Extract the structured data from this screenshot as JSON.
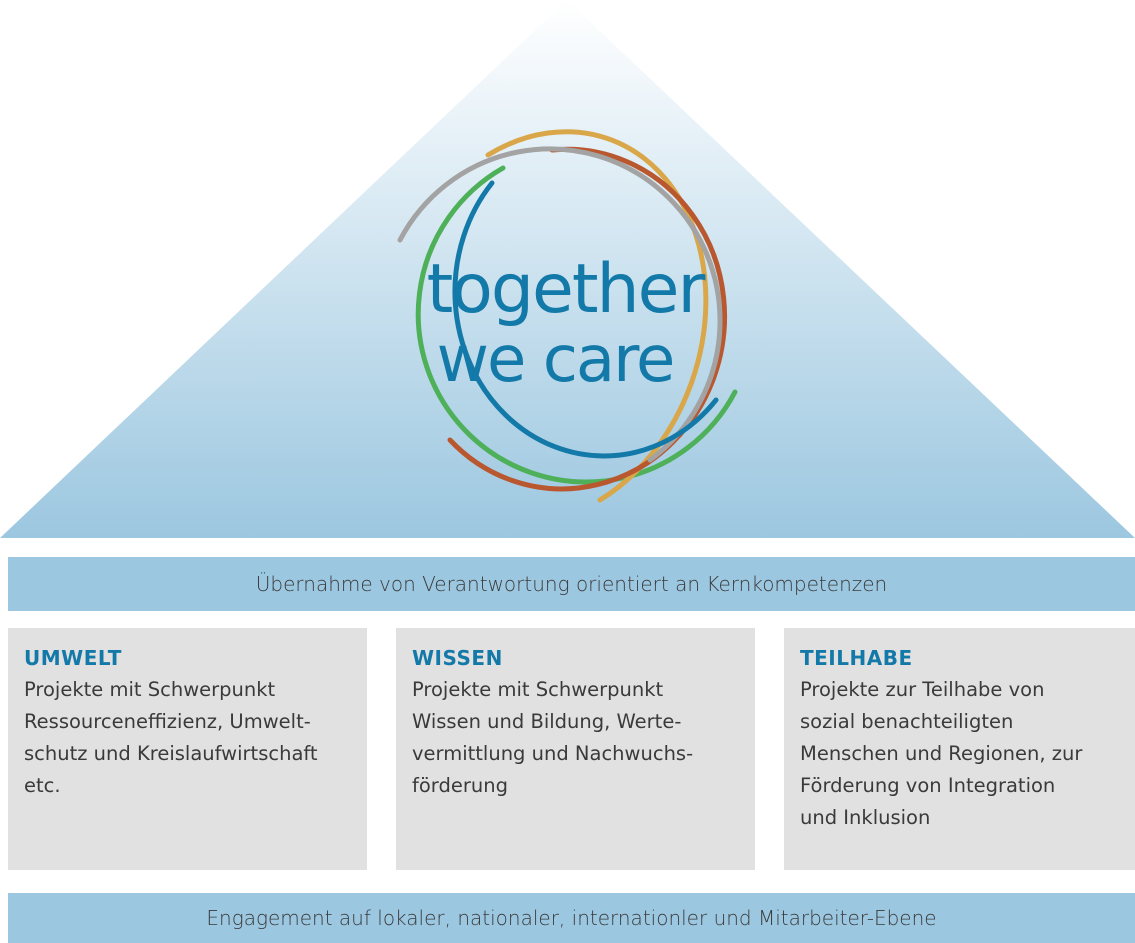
{
  "logo": {
    "line1": "together",
    "line2": "we care",
    "colors": {
      "text": "#1379a8",
      "ring_blue": "#1379a8",
      "ring_green": "#4fb05a",
      "ring_gray": "#a3a3a3",
      "ring_rust": "#b9572f",
      "ring_gold": "#d9a74a"
    }
  },
  "bands": {
    "top": "Übernahme von Verantwortung orientiert an Kernkompetenzen",
    "bottom": "Engagement auf lokaler, nationaler, internationler und Mitarbeiter-Ebene"
  },
  "cards": [
    {
      "title": "UMWELT",
      "text": "Projekte mit Schwerpunkt\nRessourceneffizienz, Umwelt-\nschutz und Kreislaufwirtschaft\netc."
    },
    {
      "title": "WISSEN",
      "text": "Projekte mit Schwerpunkt\nWissen und Bildung, Werte-\nvermittlung und Nachwuchs-\nförderung"
    },
    {
      "title": "TEILHABE",
      "text": "Projekte zur Teilhabe von\nsozial benachteiligten\nMenschen und Regionen, zur\nFörderung von Integration\nund Inklusion"
    }
  ],
  "colors": {
    "pyramid_top": "#ffffff",
    "pyramid_bottom": "#9cc7e0",
    "band": "#9cc7e0",
    "card": "#e1e1e1",
    "heading": "#1379a8",
    "body_text": "#3a3a3a"
  }
}
